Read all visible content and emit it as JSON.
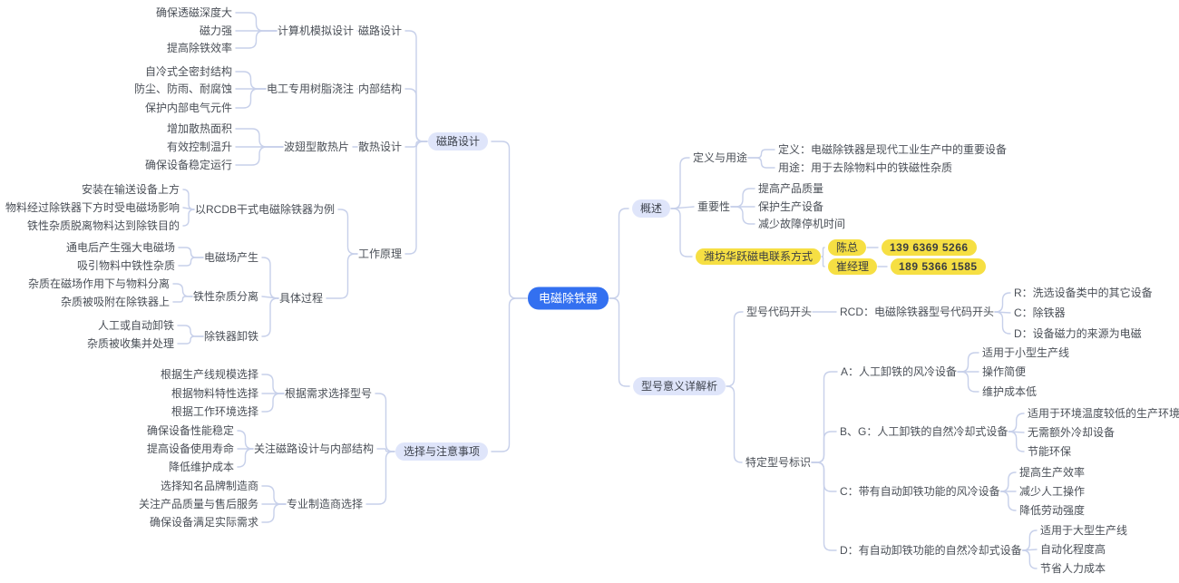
{
  "colors": {
    "root_bg": "#3370f0",
    "root_text": "#ffffff",
    "branch_pill_bg": "#dfe5fa",
    "highlight_bg": "#f6df43",
    "connector_line": "#c7d0ea",
    "text": "#4a4f57",
    "canvas_bg": "#ffffff"
  },
  "map": {
    "root": "电磁除铁器",
    "magnetic_circuit": {
      "label": "磁路设计",
      "design": {
        "label": "磁路设计",
        "method": "计算机模拟设计",
        "points": [
          "确保透磁深度大",
          "磁力强",
          "提高除铁效率"
        ]
      },
      "internal": {
        "label": "内部结构",
        "method": "电工专用树脂浇注",
        "points": [
          "自冷式全密封结构",
          "防尘、防雨、耐腐蚀",
          "保护内部电气元件"
        ]
      },
      "cooling": {
        "label": "散热设计",
        "method": "波翅型散热片",
        "points": [
          "增加散热面积",
          "有效控制温升",
          "确保设备稳定运行"
        ]
      },
      "principle": {
        "label": "工作原理",
        "example": {
          "label": "以RCDB干式电磁除铁器为例",
          "points": [
            "安装在输送设备上方",
            "物料经过除铁器下方时受电磁场影响",
            "铁性杂质脱离物料达到除铁目的"
          ]
        },
        "process": {
          "label": "具体过程",
          "steps": [
            {
              "label": "电磁场产生",
              "points": [
                "通电后产生强大电磁场",
                "吸引物料中铁性杂质"
              ]
            },
            {
              "label": "铁性杂质分离",
              "points": [
                "杂质在磁场作用下与物料分离",
                "杂质被吸附在除铁器上"
              ]
            },
            {
              "label": "除铁器卸铁",
              "points": [
                "人工或自动卸铁",
                "杂质被收集并处理"
              ]
            }
          ]
        }
      }
    },
    "selection": {
      "label": "选择与注意事项",
      "items": [
        {
          "label": "根据需求选择型号",
          "points": [
            "根据生产线规模选择",
            "根据物料特性选择",
            "根据工作环境选择"
          ]
        },
        {
          "label": "关注磁路设计与内部结构",
          "points": [
            "确保设备性能稳定",
            "提高设备使用寿命",
            "降低维护成本"
          ]
        },
        {
          "label": "专业制造商选择",
          "points": [
            "选择知名品牌制造商",
            "关注产品质量与售后服务",
            "确保设备满足实际需求"
          ]
        }
      ]
    },
    "overview": {
      "label": "概述",
      "definition": {
        "label": "定义与用途",
        "points": [
          "定义：电磁除铁器是现代工业生产中的重要设备",
          "用途：用于去除物料中的铁磁性杂质"
        ]
      },
      "importance": {
        "label": "重要性",
        "points": [
          "提高产品质量",
          "保护生产设备",
          "减少故障停机时间"
        ]
      },
      "contact": {
        "label": "潍坊华跃磁电联系方式",
        "persons": [
          {
            "name": "陈总",
            "phone": "139 6369 5266"
          },
          {
            "name": "崔经理",
            "phone": "189 5366 1585"
          }
        ]
      }
    },
    "model_meaning": {
      "label": "型号意义详解析",
      "code_prefix": {
        "label": "型号代码开头",
        "rcd": {
          "label": "RCD：电磁除铁器型号代码开头",
          "points": [
            "R：洗选设备类中的其它设备",
            "C：除铁器",
            "D：设备磁力的来源为电磁"
          ]
        }
      },
      "specific_models": {
        "label": "特定型号标识",
        "models": [
          {
            "label": "A：人工卸铁的风冷设备",
            "points": [
              "适用于小型生产线",
              "操作简便",
              "维护成本低"
            ]
          },
          {
            "label": "B、G：人工卸铁的自然冷却式设备",
            "points": [
              "适用于环境温度较低的生产环境",
              "无需额外冷却设备",
              "节能环保"
            ]
          },
          {
            "label": "C：带有自动卸铁功能的风冷设备",
            "points": [
              "提高生产效率",
              "减少人工操作",
              "降低劳动强度"
            ]
          },
          {
            "label": "D：有自动卸铁功能的自然冷却式设备",
            "points": [
              "适用于大型生产线",
              "自动化程度高",
              "节省人力成本"
            ]
          }
        ]
      }
    }
  }
}
